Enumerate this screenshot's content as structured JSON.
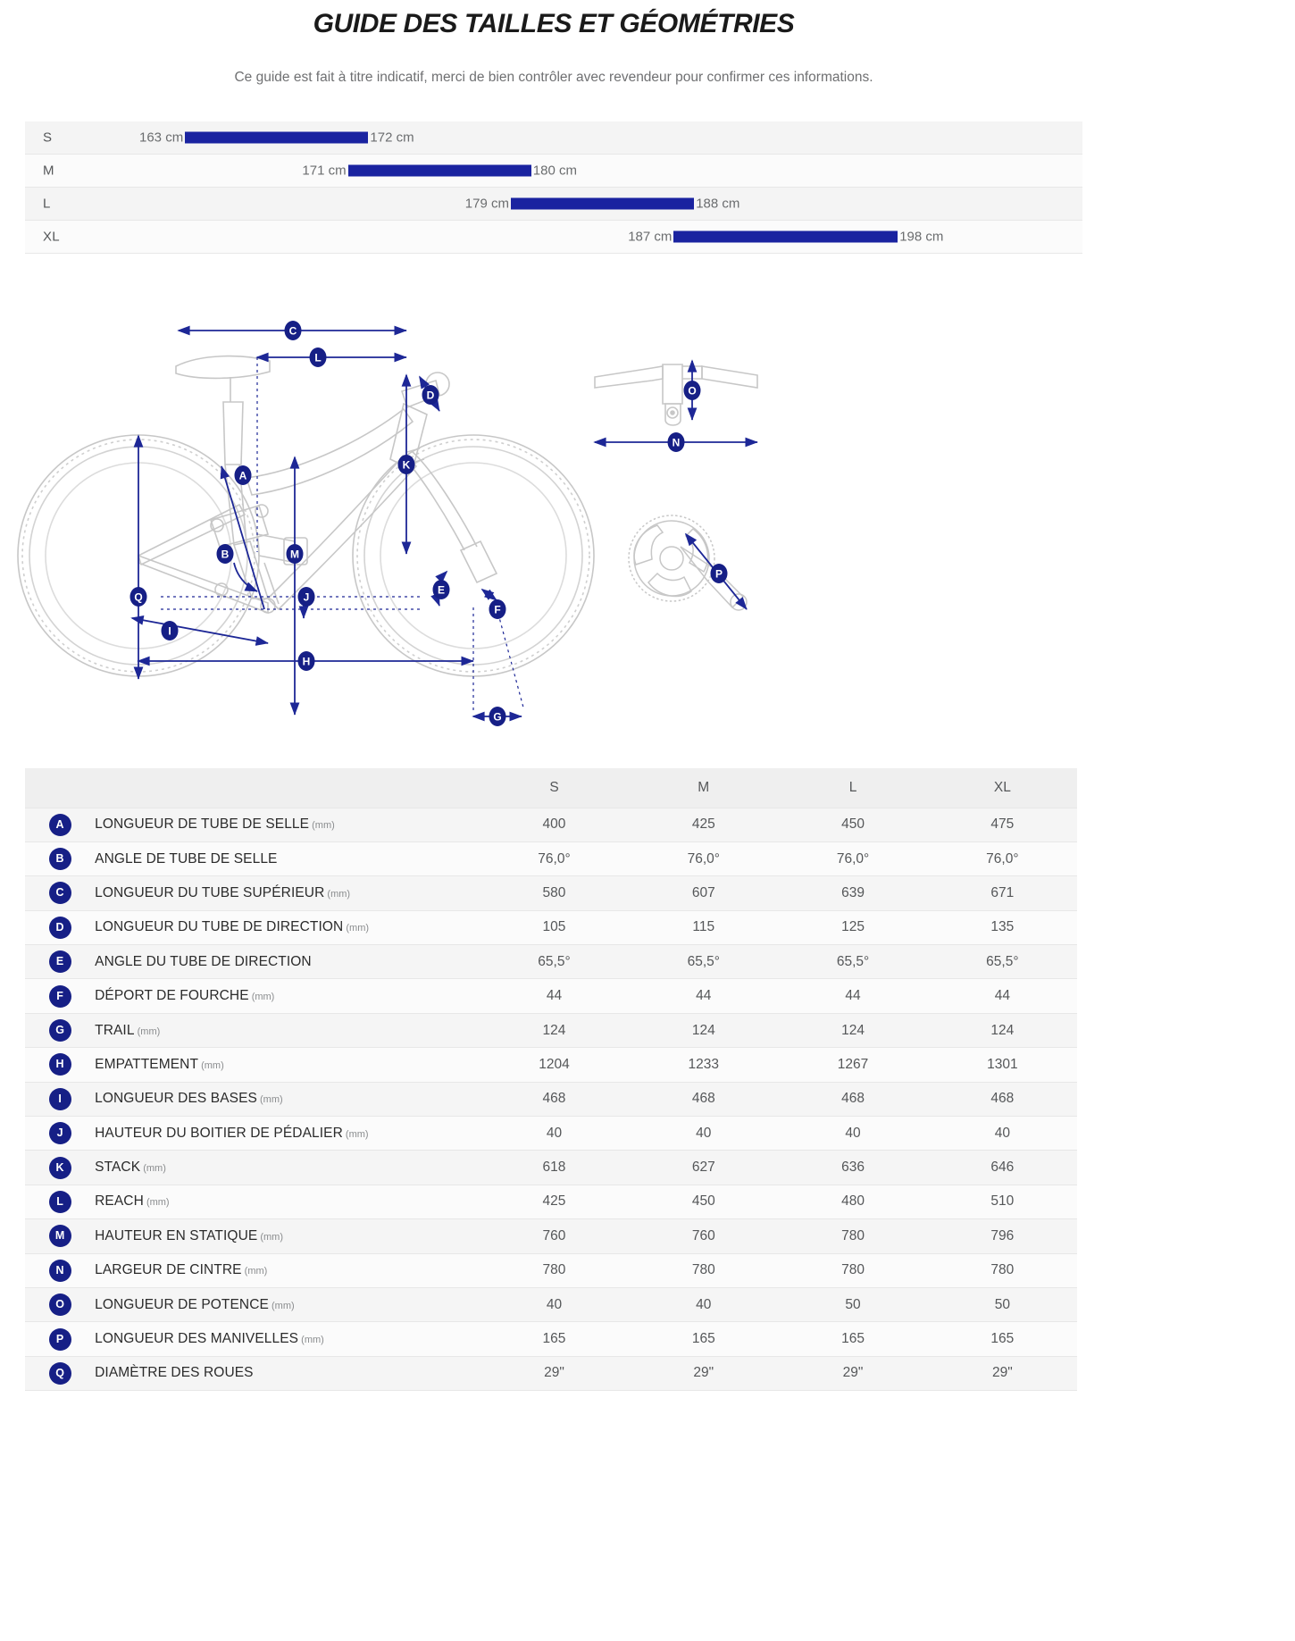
{
  "header": {
    "title": "GUIDE DES TAILLES ET GÉOMÉTRIES",
    "subtitle": "Ce guide est fait à titre indicatif, merci de bien contrôler avec revendeur pour confirmer ces informations."
  },
  "colors": {
    "accent": "#1a23a0",
    "badge": "#161f86",
    "row_odd": "#f5f5f5",
    "row_even": "#fbfbfb",
    "text": "#555759"
  },
  "size_chart": {
    "unit": "cm",
    "rows": [
      {
        "size": "S",
        "min": "163 cm",
        "max": "172 cm",
        "min_value": 163,
        "max_value": 172
      },
      {
        "size": "M",
        "min": "171 cm",
        "max": "180 cm",
        "min_value": 171,
        "max_value": 180
      },
      {
        "size": "L",
        "min": "179 cm",
        "max": "188 cm",
        "min_value": 179,
        "max_value": 188
      },
      {
        "size": "XL",
        "min": "187 cm",
        "max": "198 cm",
        "min_value": 187,
        "max_value": 198
      }
    ]
  },
  "diagram": {
    "callouts": [
      "A",
      "B",
      "C",
      "D",
      "E",
      "F",
      "G",
      "H",
      "I",
      "J",
      "K",
      "L",
      "M",
      "N",
      "O",
      "P",
      "Q"
    ],
    "views": [
      "side-view-bike",
      "handlebar-top-view",
      "crankset-view"
    ]
  },
  "geometry_table": {
    "columns": [
      "S",
      "M",
      "L",
      "XL"
    ],
    "rows": [
      {
        "letter": "A",
        "name": "LONGUEUR DE TUBE DE SELLE",
        "unit": "(mm)",
        "values": [
          "400",
          "425",
          "450",
          "475"
        ]
      },
      {
        "letter": "B",
        "name": "ANGLE DE TUBE DE SELLE",
        "unit": "",
        "values": [
          "76,0°",
          "76,0°",
          "76,0°",
          "76,0°"
        ]
      },
      {
        "letter": "C",
        "name": "LONGUEUR DU TUBE SUPÉRIEUR",
        "unit": "(mm)",
        "values": [
          "580",
          "607",
          "639",
          "671"
        ]
      },
      {
        "letter": "D",
        "name": "LONGUEUR DU TUBE DE DIRECTION",
        "unit": "(mm)",
        "values": [
          "105",
          "115",
          "125",
          "135"
        ]
      },
      {
        "letter": "E",
        "name": "ANGLE DU TUBE DE DIRECTION",
        "unit": "",
        "values": [
          "65,5°",
          "65,5°",
          "65,5°",
          "65,5°"
        ]
      },
      {
        "letter": "F",
        "name": "DÉPORT DE FOURCHE",
        "unit": "(mm)",
        "values": [
          "44",
          "44",
          "44",
          "44"
        ]
      },
      {
        "letter": "G",
        "name": "TRAIL",
        "unit": "(mm)",
        "values": [
          "124",
          "124",
          "124",
          "124"
        ]
      },
      {
        "letter": "H",
        "name": "EMPATTEMENT",
        "unit": "(mm)",
        "values": [
          "1204",
          "1233",
          "1267",
          "1301"
        ]
      },
      {
        "letter": "I",
        "name": "LONGUEUR DES BASES",
        "unit": "(mm)",
        "values": [
          "468",
          "468",
          "468",
          "468"
        ]
      },
      {
        "letter": "J",
        "name": "HAUTEUR DU BOITIER DE PÉDALIER",
        "unit": "(mm)",
        "values": [
          "40",
          "40",
          "40",
          "40"
        ]
      },
      {
        "letter": "K",
        "name": "STACK",
        "unit": "(mm)",
        "values": [
          "618",
          "627",
          "636",
          "646"
        ]
      },
      {
        "letter": "L",
        "name": "REACH",
        "unit": "(mm)",
        "values": [
          "425",
          "450",
          "480",
          "510"
        ]
      },
      {
        "letter": "M",
        "name": "HAUTEUR EN STATIQUE",
        "unit": "(mm)",
        "values": [
          "760",
          "760",
          "780",
          "796"
        ]
      },
      {
        "letter": "N",
        "name": "LARGEUR DE CINTRE",
        "unit": "(mm)",
        "values": [
          "780",
          "780",
          "780",
          "780"
        ]
      },
      {
        "letter": "O",
        "name": "LONGUEUR DE POTENCE",
        "unit": "(mm)",
        "values": [
          "40",
          "40",
          "50",
          "50"
        ]
      },
      {
        "letter": "P",
        "name": "LONGUEUR DES MANIVELLES",
        "unit": "(mm)",
        "values": [
          "165",
          "165",
          "165",
          "165"
        ]
      },
      {
        "letter": "Q",
        "name": "DIAMÈTRE DES ROUES",
        "unit": "",
        "values": [
          "29\"",
          "29\"",
          "29\"",
          "29\""
        ]
      }
    ]
  }
}
